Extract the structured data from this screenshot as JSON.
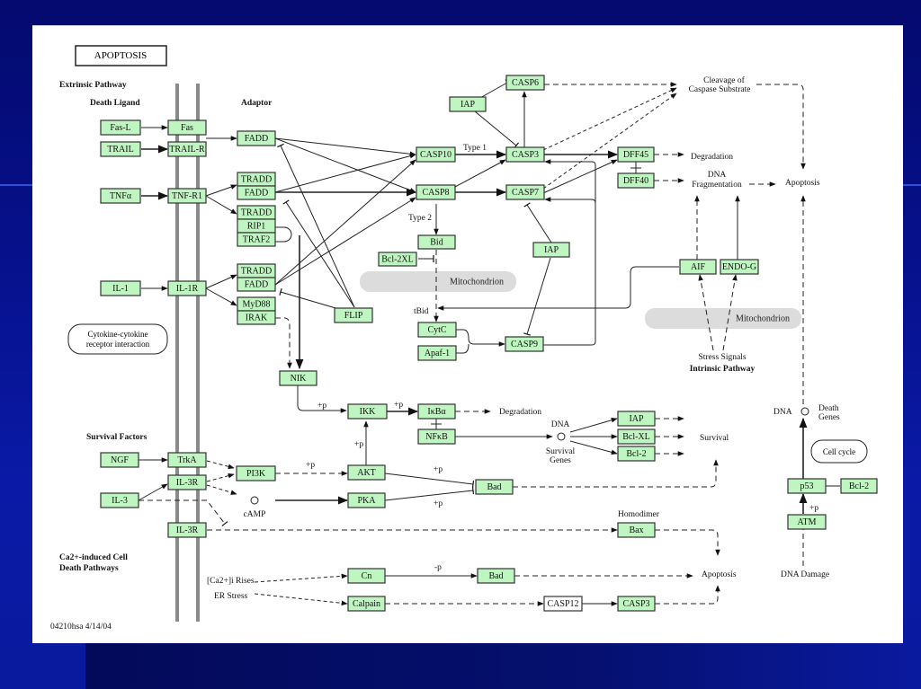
{
  "diagram": {
    "title": "APOPTOSIS",
    "footer": "04210hsa  4/14/04",
    "colors": {
      "node_fill": "#bff5c0",
      "background": "#06108a",
      "compartment": "#dcdcdc"
    },
    "section_labels": {
      "extrinsic": "Extrinsic Pathway",
      "death_ligand": "Death Ligand",
      "adaptor": "Adaptor",
      "survival_factors": "Survival Factors",
      "ca_pathways_1": "Ca2+-induced Cell",
      "ca_pathways_2": "Death Pathways",
      "intrinsic": "Intrinsic Pathway"
    },
    "compartments": {
      "mito1": "Mitochondrion",
      "mito2": "Mitochondrion"
    },
    "ovals": {
      "cytokine_1": "Cytokine-cytokine",
      "cytokine_2": "receptor interaction",
      "cell_cycle": "Cell cycle"
    },
    "text_labels": {
      "cleavage_1": "Cleavage of",
      "cleavage_2": "Caspase Substrate",
      "degradation1": "Degradation",
      "dna_frag_1": "DNA",
      "dna_frag_2": "Fragmentation",
      "apoptosis1": "Apoptosis",
      "type1": "Type 1",
      "type2": "Type 2",
      "tbid": "tBid",
      "stress": "Stress Signals",
      "degradation2": "Degradation",
      "dna_survival": "DNA",
      "survival_genes_1": "Survival",
      "survival_genes_2": "Genes",
      "survival": "Survival",
      "camp": "cAMP",
      "homodimer": "Homodimer",
      "ca_rises": "[Ca2+]i Rises",
      "er_stress": "ER Stress",
      "apoptosis2": "Apoptosis",
      "dna_death": "DNA",
      "death_genes_1": "Death",
      "death_genes_2": "Genes",
      "dna_damage": "DNA Damage",
      "p1": "+p",
      "p2": "+p",
      "p3": "+p",
      "p4": "+p",
      "p5": "+p",
      "p6": "+p",
      "p7": "-p",
      "p8": "+p"
    },
    "nodes": {
      "fasl": "Fas-L",
      "trail": "TRAIL",
      "tnfa": "TNFα",
      "il1": "IL-1",
      "fas": "Fas",
      "trailr": "TRAIL-R",
      "tnfr1": "TNF-R1",
      "il1r": "IL-1R",
      "fadd1": "FADD",
      "tradd1": "TRADD",
      "fadd2": "FADD",
      "tradd2": "TRADD",
      "rip1": "RIP1",
      "traf2": "TRAF2",
      "tradd3": "TRADD",
      "fadd3": "FADD",
      "myd88": "MyD88",
      "irak": "IRAK",
      "flip": "FLIP",
      "nik": "NIK",
      "casp10": "CASP10",
      "casp8": "CASP8",
      "casp3": "CASP3",
      "casp7": "CASP7",
      "casp6": "CASP6",
      "iap1": "IAP",
      "iap2": "IAP",
      "bid": "Bid",
      "bcl2xl": "Bcl-2XL",
      "cytc": "CytC",
      "apaf1": "Apaf-1",
      "casp9": "CASP9",
      "dff45": "DFF45",
      "dff40": "DFF40",
      "aif": "AIF",
      "endog": "ENDO-G",
      "ikk": "IKK",
      "ikba": "IκBα",
      "nfkb": "NFκB",
      "iap3": "IAP",
      "bclxl": "Bcl-XL",
      "bcl2a": "Bcl-2",
      "ngf": "NGF",
      "trka": "TrkA",
      "il3r1": "IL-3R",
      "il3": "IL-3",
      "il3r2": "IL-3R",
      "pi3k": "PI3K",
      "akt": "AKT",
      "pka": "PKA",
      "bad1": "Bad",
      "bax": "Bax",
      "cn": "Cn",
      "bad2": "Bad",
      "calpain": "Calpain",
      "casp12": "CASP12",
      "casp3b": "CASP3",
      "p53": "p53",
      "bcl2b": "Bcl-2",
      "atm": "ATM"
    }
  }
}
